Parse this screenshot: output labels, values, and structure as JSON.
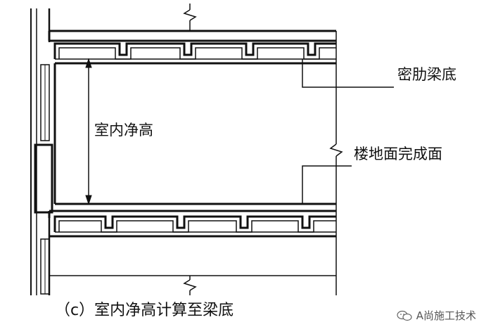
{
  "labels": {
    "rib_beam_bottom": "密肋梁底",
    "clear_height": "室内净高",
    "floor_finish": "楼地面完成面",
    "caption": "（c）室内净高计算至梁底"
  },
  "watermark": {
    "text": "A尚施工技术",
    "icon": "wechat-icon"
  },
  "colors": {
    "line": "#111111",
    "background": "#ffffff"
  }
}
